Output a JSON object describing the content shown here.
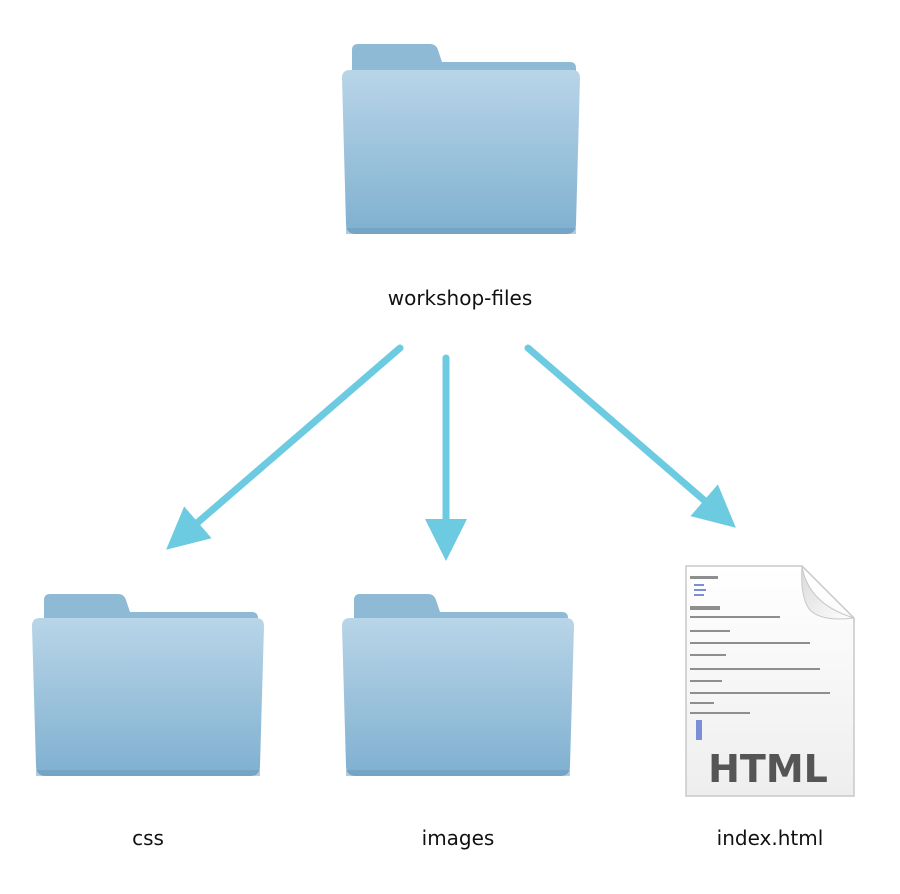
{
  "diagram": {
    "root": {
      "label": "workshop-files",
      "icon": "folder-icon"
    },
    "children": [
      {
        "label": "css",
        "icon": "folder-icon"
      },
      {
        "label": "images",
        "icon": "folder-icon"
      },
      {
        "label": "index.html",
        "icon": "html-file-icon"
      }
    ],
    "html_icon_text": "HTML",
    "colors": {
      "arrow": "#6ccbe0",
      "folder_top": "#a9cbe1",
      "folder_bottom": "#7fb0d0",
      "folder_tab": "#8fbad6"
    }
  }
}
